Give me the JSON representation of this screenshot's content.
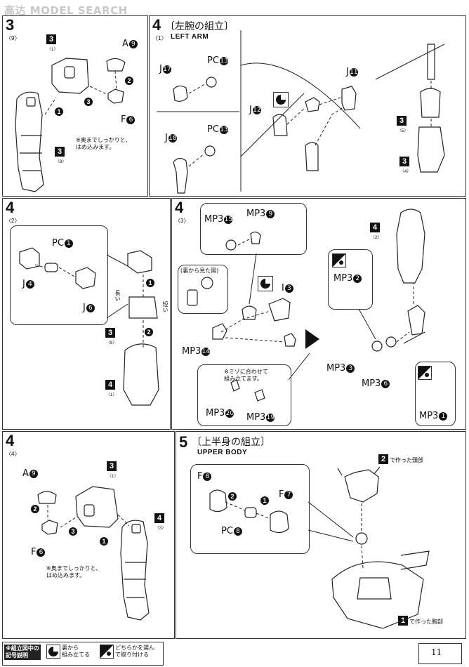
{
  "watermark": "高达 MODEL SEARCH",
  "panels": {
    "p1": {
      "sub": "〈9〉",
      "labels": {
        "a": "A",
        "a_num": "9",
        "f": "F",
        "f_num": "6"
      },
      "marks": {
        "m1": "3",
        "m1_sub": "〈1〉",
        "m2": "3",
        "m2_sub": "〈8〉"
      },
      "note": "※奥までしっかりと、\nはめ込みます。"
    },
    "p2": {
      "step": "4",
      "sub": "〈1〉",
      "title_jp": "〔左腕の組立〕",
      "title_en": "LEFT ARM",
      "labels": {
        "j17": "J",
        "j17_num": "17",
        "pc13a": "PC",
        "pc13a_num": "13",
        "j18": "J",
        "j18_num": "18",
        "pc13b": "PC",
        "pc13b_num": "13",
        "j12": "J",
        "j12_num": "12",
        "j11": "J",
        "j11_num": "11"
      },
      "marks": {
        "m1": "3",
        "m1_sub": "〈5〉",
        "m2": "3",
        "m2_sub": "〈4〉"
      }
    },
    "p3": {
      "step": "4",
      "sub": "〈2〉",
      "labels": {
        "pc1": "PC",
        "pc1_num": "1",
        "j4": "J",
        "j4_num": "4",
        "j6": "J",
        "j6_num": "6",
        "long1": "長い",
        "long2": "短い"
      },
      "marks": {
        "m1": "3",
        "m1_sub": "〈8〉",
        "m2": "4",
        "m2_sub": "〈1〉"
      }
    },
    "p4": {
      "step": "4",
      "sub": "〈3〉",
      "labels": {
        "mp3_15": "MP3",
        "mp3_15_num": "15",
        "mp3_9": "MP3",
        "mp3_9_num": "9",
        "back_view": "(裏から見た図)",
        "i3": "I",
        "i3_num": "3",
        "mp3_14": "MP3",
        "mp3_14_num": "14",
        "mp3_20": "MP3",
        "mp3_20_num": "20",
        "mp3_19": "MP3",
        "mp3_19_num": "19",
        "mp3_2": "MP3",
        "mp3_2_num": "2",
        "mp3_3": "MP3",
        "mp3_3_num": "3",
        "mp3_6": "MP3",
        "mp3_6_num": "6",
        "mp3_1": "MP3",
        "mp3_1_num": "1"
      },
      "marks": {
        "m1": "4",
        "m1_sub": "〈2〉"
      },
      "note": "※ミゾに合わせて\n組み立てます。"
    },
    "p5": {
      "step": "4",
      "sub": "〈4〉",
      "labels": {
        "a": "A",
        "a_num": "9",
        "f": "F",
        "f_num": "6"
      },
      "marks": {
        "m1": "3",
        "m1_sub": "〈1〉",
        "m2": "4",
        "m2_sub": "〈3〉"
      },
      "note": "※奥までしっかりと、\nはめ込みます。"
    },
    "p6": {
      "step": "5",
      "title_jp": "〔上半身の組立〕",
      "title_en": "UPPER BODY",
      "labels": {
        "f8": "F",
        "f8_num": "8",
        "f7": "F",
        "f7_num": "7",
        "pc8": "PC",
        "pc8_num": "8"
      },
      "marks": {
        "m1": "2",
        "m1_text": "で作った頭部",
        "m2": "1",
        "m2_text": "で作った胸部"
      }
    }
  },
  "footer": {
    "legend_title": "※組立図中の\n記号説明",
    "legend1": "裏から\n組み立てる",
    "legend2": "どちらかを選ん\nで取り付ける",
    "page_number": "11"
  }
}
